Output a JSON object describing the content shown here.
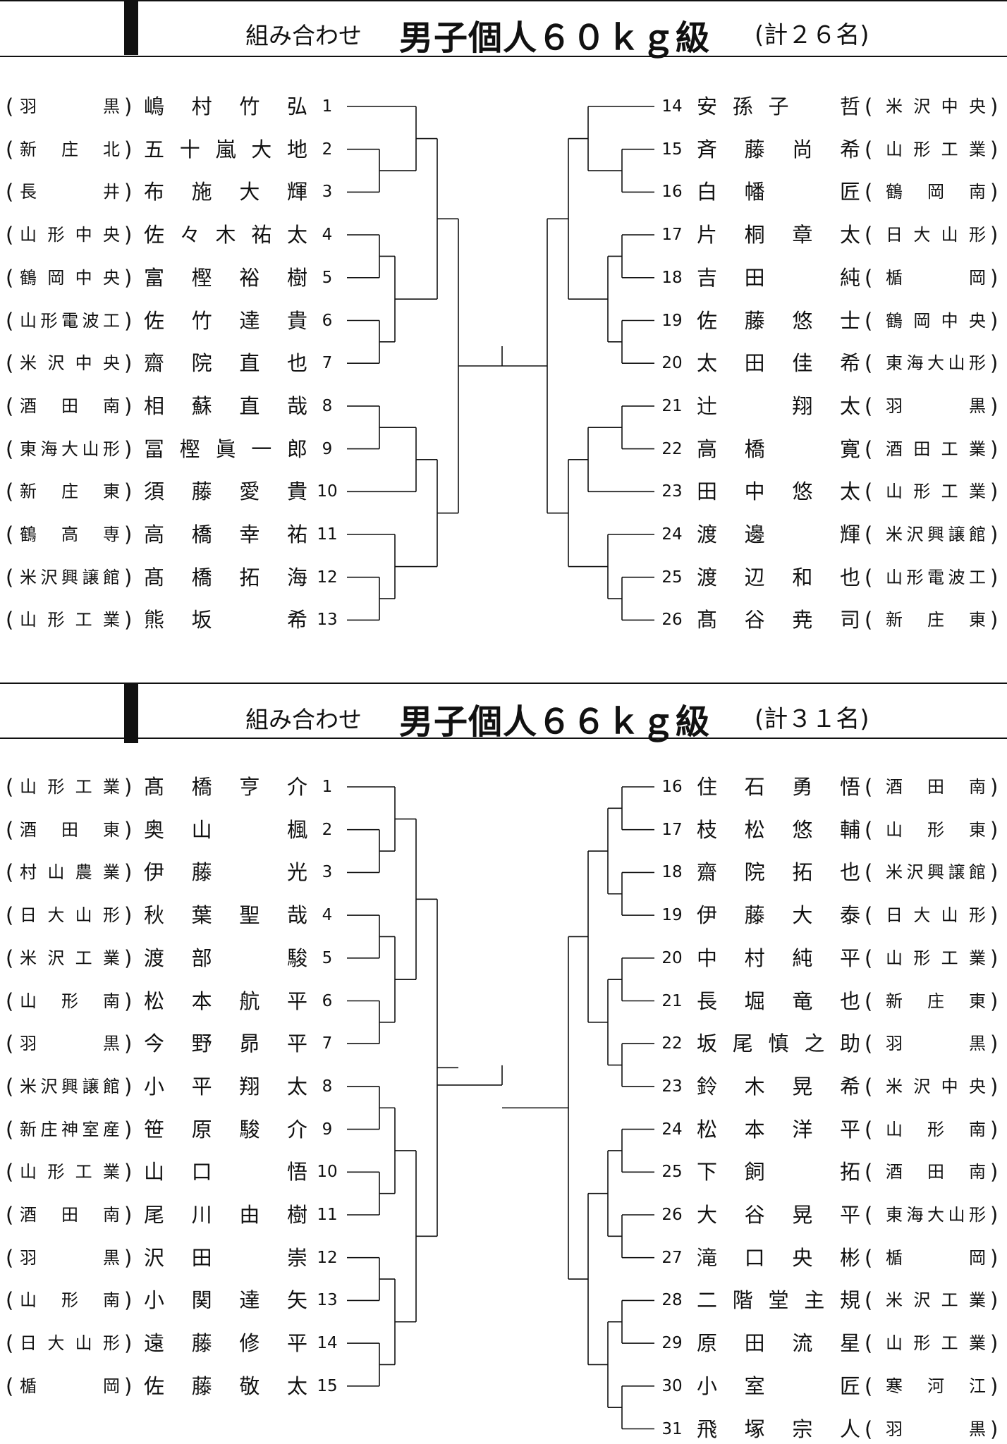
{
  "sections": [
    {
      "header": {
        "prefix": "組み合わせ",
        "title": "男子個人６０ｋｇ級",
        "count": "(計２６名)"
      },
      "left": [
        {
          "num": "1",
          "name": "嶋村竹弘",
          "school": "羽黒"
        },
        {
          "num": "2",
          "name": "五十嵐大地",
          "school": "新庄北"
        },
        {
          "num": "3",
          "name": "布施大輝",
          "school": "長井"
        },
        {
          "num": "4",
          "name": "佐々木祐太",
          "school": "山形中央"
        },
        {
          "num": "5",
          "name": "富樫裕樹",
          "school": "鶴岡中央"
        },
        {
          "num": "6",
          "name": "佐竹達貴",
          "school": "山形電波工"
        },
        {
          "num": "7",
          "name": "齋院直也",
          "school": "米沢中央"
        },
        {
          "num": "8",
          "name": "相蘇直哉",
          "school": "酒田南"
        },
        {
          "num": "9",
          "name": "冨樫眞一郎",
          "school": "東海大山形"
        },
        {
          "num": "10",
          "name": "須藤愛貴",
          "school": "新庄東"
        },
        {
          "num": "11",
          "name": "高橋幸祐",
          "school": "鶴高専"
        },
        {
          "num": "12",
          "name": "髙橋拓海",
          "school": "米沢興譲館"
        },
        {
          "num": "13",
          "name": "熊坂　希",
          "school": "山形工業"
        }
      ],
      "right": [
        {
          "num": "14",
          "name": "安孫子　哲",
          "school": "米沢中央"
        },
        {
          "num": "15",
          "name": "斉藤尚希",
          "school": "山形工業"
        },
        {
          "num": "16",
          "name": "白幡　匠",
          "school": "鶴岡南"
        },
        {
          "num": "17",
          "name": "片桐章太",
          "school": "日大山形"
        },
        {
          "num": "18",
          "name": "吉田　純",
          "school": "楯岡"
        },
        {
          "num": "19",
          "name": "佐藤悠士",
          "school": "鶴岡中央"
        },
        {
          "num": "20",
          "name": "太田佳希",
          "school": "東海大山形"
        },
        {
          "num": "21",
          "name": "辻　翔太",
          "school": "羽黒"
        },
        {
          "num": "22",
          "name": "高橋　寛",
          "school": "酒田工業"
        },
        {
          "num": "23",
          "name": "田中悠太",
          "school": "山形工業"
        },
        {
          "num": "24",
          "name": "渡邊　輝",
          "school": "米沢興譲館"
        },
        {
          "num": "25",
          "name": "渡辺和也",
          "school": "山形電波工"
        },
        {
          "num": "26",
          "name": "髙谷尭司",
          "school": "新庄東"
        }
      ]
    },
    {
      "header": {
        "prefix": "組み合わせ",
        "title": "男子個人６６ｋｇ級",
        "count": "(計３１名)"
      },
      "left": [
        {
          "num": "1",
          "name": "髙橋亨介",
          "school": "山形工業"
        },
        {
          "num": "2",
          "name": "奥山　楓",
          "school": "酒田東"
        },
        {
          "num": "3",
          "name": "伊藤　光",
          "school": "村山農業"
        },
        {
          "num": "4",
          "name": "秋葉聖哉",
          "school": "日大山形"
        },
        {
          "num": "5",
          "name": "渡部　駿",
          "school": "米沢工業"
        },
        {
          "num": "6",
          "name": "松本航平",
          "school": "山形南"
        },
        {
          "num": "7",
          "name": "今野昴平",
          "school": "羽黒"
        },
        {
          "num": "8",
          "name": "小平翔太",
          "school": "米沢興譲館"
        },
        {
          "num": "9",
          "name": "笹原駿介",
          "school": "新庄神室産"
        },
        {
          "num": "10",
          "name": "山口　悟",
          "school": "山形工業"
        },
        {
          "num": "11",
          "name": "尾川由樹",
          "school": "酒田南"
        },
        {
          "num": "12",
          "name": "沢田　崇",
          "school": "羽黒"
        },
        {
          "num": "13",
          "name": "小関達矢",
          "school": "山形南"
        },
        {
          "num": "14",
          "name": "遠藤修平",
          "school": "日大山形"
        },
        {
          "num": "15",
          "name": "佐藤敬太",
          "school": "楯岡"
        }
      ],
      "right": [
        {
          "num": "16",
          "name": "住石勇悟",
          "school": "酒田南"
        },
        {
          "num": "17",
          "name": "枝松悠輔",
          "school": "山形東"
        },
        {
          "num": "18",
          "name": "齋院拓也",
          "school": "米沢興譲館"
        },
        {
          "num": "19",
          "name": "伊藤大泰",
          "school": "日大山形"
        },
        {
          "num": "20",
          "name": "中村純平",
          "school": "山形工業"
        },
        {
          "num": "21",
          "name": "長堀竜也",
          "school": "新庄東"
        },
        {
          "num": "22",
          "name": "坂尾慎之助",
          "school": "羽黒"
        },
        {
          "num": "23",
          "name": "鈴木晃希",
          "school": "米沢中央"
        },
        {
          "num": "24",
          "name": "松本洋平",
          "school": "山形南"
        },
        {
          "num": "25",
          "name": "下飼　拓",
          "school": "酒田南"
        },
        {
          "num": "26",
          "name": "大谷晃平",
          "school": "東海大山形"
        },
        {
          "num": "27",
          "name": "滝口央彬",
          "school": "楯岡"
        },
        {
          "num": "28",
          "name": "二階堂主規",
          "school": "米沢工業"
        },
        {
          "num": "29",
          "name": "原田流星",
          "school": "山形工業"
        },
        {
          "num": "30",
          "name": "小室　匠",
          "school": "寒河江"
        },
        {
          "num": "31",
          "name": "飛塚宗人",
          "school": "羽黒"
        }
      ]
    }
  ]
}
